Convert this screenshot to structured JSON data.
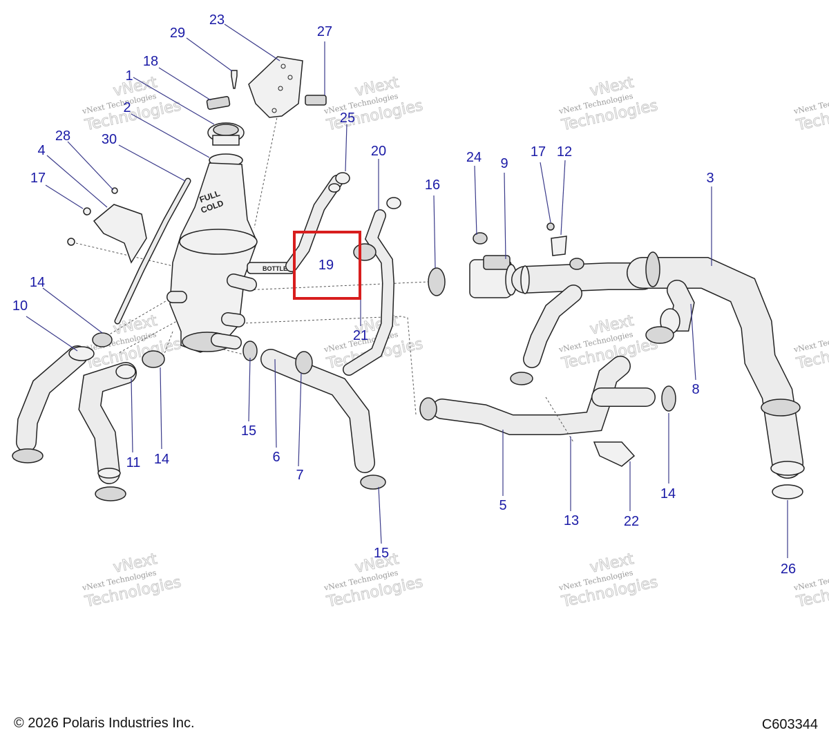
{
  "callouts": [
    "23",
    "29",
    "27",
    "18",
    "1",
    "2",
    "25",
    "28",
    "30",
    "4",
    "17",
    "20",
    "24",
    "9",
    "17",
    "12",
    "16",
    "3",
    "19",
    "14",
    "10",
    "21",
    "8",
    "15",
    "6",
    "11",
    "14",
    "7",
    "5",
    "13",
    "22",
    "14",
    "15",
    "26"
  ],
  "labels": {
    "bottle": "BOTTLE",
    "full": "FULL",
    "cold": "COLD"
  },
  "watermark": {
    "line1": "vNext Technologies",
    "line2": "Technologies",
    "line3": "vNext"
  },
  "footer": {
    "copyright": "© 2026 Polaris Industries Inc.",
    "code": "C603344"
  },
  "highlight_color": "#d81e1e",
  "callout_color": "#1a1aa6"
}
